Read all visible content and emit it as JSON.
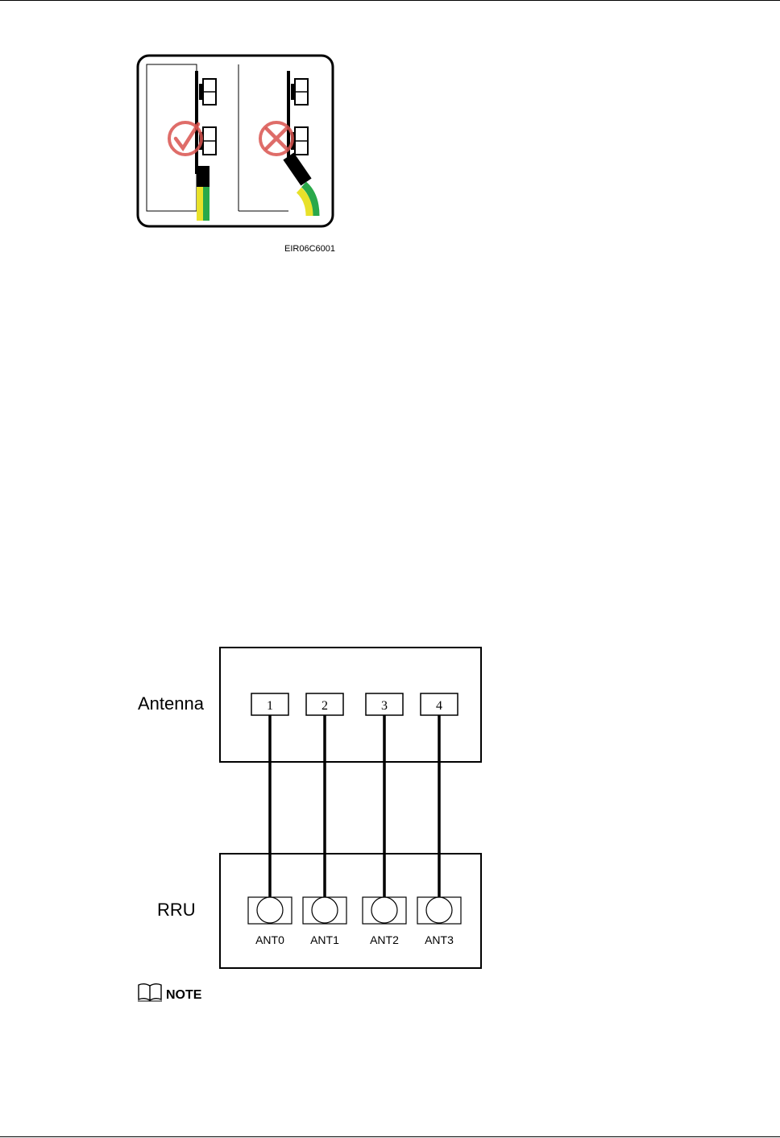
{
  "figure1": {
    "code": "EIR06C6001",
    "correct_icon": "check-circle-icon",
    "wrong_icon": "x-circle-icon",
    "colors": {
      "mark": "#d9534f",
      "cable_green": "#2aa84a",
      "cable_yellow": "#e8e12a"
    }
  },
  "figure2": {
    "antenna_label": "Antenna",
    "rru_label": "RRU",
    "antenna_ports": [
      "1",
      "2",
      "3",
      "4"
    ],
    "rru_ports": [
      "ANT0",
      "ANT1",
      "ANT2",
      "ANT3"
    ]
  },
  "note": {
    "icon": "book-icon",
    "label": "NOTE"
  }
}
